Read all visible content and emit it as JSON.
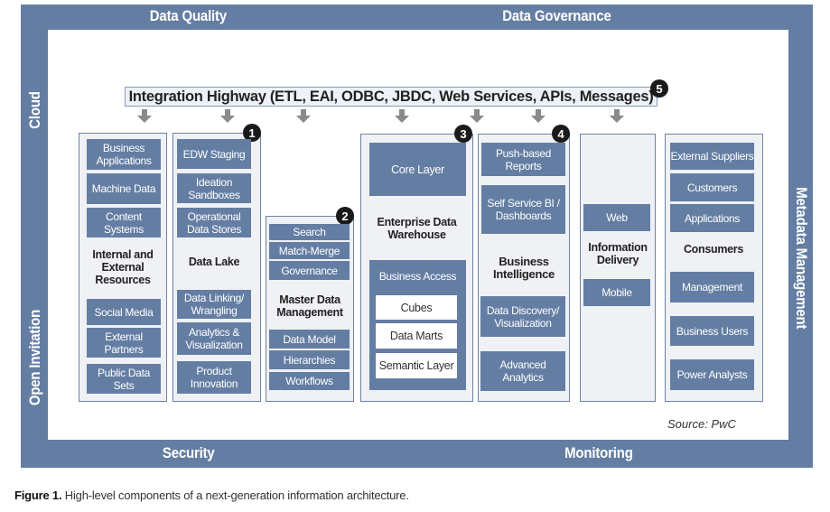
{
  "frame": {
    "top_label": "Data Quality",
    "top_right_label": "Data Governance",
    "left_top_label": "Cloud",
    "left_bottom_label": "Open Invitation",
    "right_label": "Metadata Management",
    "bottom_left_label": "Security",
    "bottom_right_label": "Monitoring",
    "color": "#647ea3"
  },
  "highway": {
    "label": "Integration Highway (ETL, EAI, ODBC, JBDC, Web Services, APIs, Messages)",
    "badge": "5"
  },
  "columns": {
    "sources": {
      "heading": "Internal and External Resources",
      "top_items": [
        "Business Applications",
        "Machine Data",
        "Content Systems"
      ],
      "bottom_items": [
        "Social Media",
        "External Partners",
        "Public Data Sets"
      ]
    },
    "data_lake": {
      "badge": "1",
      "heading": "Data Lake",
      "top_items": [
        "EDW Staging",
        "Ideation Sandboxes",
        "Operational Data Stores"
      ],
      "bottom_items": [
        "Data Linking/ Wrangling",
        "Analytics & Visualization",
        "Product Innovation"
      ]
    },
    "mdm": {
      "badge": "2",
      "heading": "Master Data Management",
      "top_items": [
        "Search",
        "Match-Merge",
        "Governance"
      ],
      "bottom_items": [
        "Data Model",
        "Hierarchies",
        "Workflows"
      ]
    },
    "edw": {
      "badge": "3",
      "heading": "Enterprise Data Warehouse",
      "core": "Core Layer",
      "business_access": {
        "label": "Business Access",
        "items": [
          "Cubes",
          "Data Marts",
          "Semantic Layer"
        ]
      }
    },
    "bi": {
      "badge": "4",
      "heading": "Business Intelligence",
      "top_items": [
        "Push-based Reports",
        "Self Service BI / Dashboards"
      ],
      "bottom_items": [
        "Data Discovery/ Visualization",
        "Advanced Analytics"
      ]
    },
    "delivery": {
      "heading": "Information Delivery",
      "items": [
        "Web",
        "Mobile"
      ]
    },
    "consumers": {
      "heading": "Consumers",
      "top_items": [
        "External Suppliers",
        "Customers",
        "Applications"
      ],
      "bottom_items": [
        "Management",
        "Business Users",
        "Power Analysts"
      ]
    }
  },
  "source": "Source: PwC",
  "caption": {
    "label": "Figure 1.",
    "text": " High-level components of a next-generation information architecture."
  },
  "icons": {
    "arrow": "down-arrow-icon"
  }
}
